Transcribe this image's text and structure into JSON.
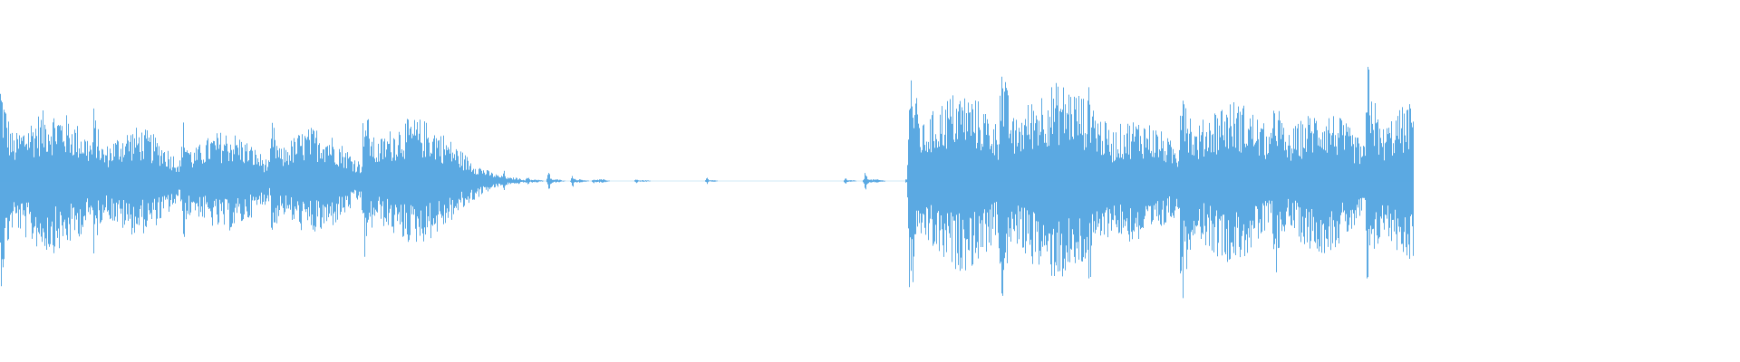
{
  "waveform": {
    "color": "#5ba9e2",
    "background": "#ffffff",
    "amplitude_scale": 1.0,
    "events": [
      {
        "t": 0.0,
        "amp": 0.62,
        "decay": 0.03,
        "body": 0.4
      },
      {
        "t": 0.066,
        "amp": 0.42,
        "decay": 0.025,
        "body": 0.3
      },
      {
        "t": 0.129,
        "amp": 0.36,
        "decay": 0.025,
        "body": 0.28
      },
      {
        "t": 0.192,
        "amp": 0.36,
        "decay": 0.025,
        "body": 0.3
      },
      {
        "t": 0.257,
        "amp": 0.48,
        "decay": 0.03,
        "body": 0.35
      },
      {
        "t": 0.308,
        "amp": 0.08,
        "decay": 0.006,
        "body": 0.02
      },
      {
        "t": 0.325,
        "amp": 0.12,
        "decay": 0.008,
        "body": 0.04
      },
      {
        "t": 0.34,
        "amp": 0.07,
        "decay": 0.006,
        "body": 0.02
      },
      {
        "t": 0.356,
        "amp": 0.07,
        "decay": 0.006,
        "body": 0.02
      },
      {
        "t": 0.373,
        "amp": 0.03,
        "decay": 0.004,
        "body": 0.01
      },
      {
        "t": 0.388,
        "amp": 0.06,
        "decay": 0.004,
        "body": 0.01
      },
      {
        "t": 0.405,
        "amp": 0.04,
        "decay": 0.004,
        "body": 0.01
      },
      {
        "t": 0.42,
        "amp": 0.015,
        "decay": 0.004,
        "body": 0.01
      },
      {
        "t": 0.45,
        "amp": 0.015,
        "decay": 0.004,
        "body": 0.005
      },
      {
        "t": 0.5,
        "amp": 0.02,
        "decay": 0.003,
        "body": 0.005
      },
      {
        "t": 0.598,
        "amp": 0.02,
        "decay": 0.003,
        "body": 0.005
      },
      {
        "t": 0.612,
        "amp": 0.06,
        "decay": 0.005,
        "body": 0.01
      },
      {
        "t": 0.643,
        "amp": 0.75,
        "decay": 0.03,
        "body": 0.5
      },
      {
        "t": 0.707,
        "amp": 0.78,
        "decay": 0.035,
        "body": 0.55
      },
      {
        "t": 0.77,
        "amp": 0.65,
        "decay": 0.028,
        "body": 0.35
      },
      {
        "t": 0.835,
        "amp": 0.75,
        "decay": 0.03,
        "body": 0.45
      },
      {
        "t": 0.901,
        "amp": 0.6,
        "decay": 0.028,
        "body": 0.4
      },
      {
        "t": 0.967,
        "amp": 0.75,
        "decay": 0.03,
        "body": 0.45
      }
    ]
  }
}
